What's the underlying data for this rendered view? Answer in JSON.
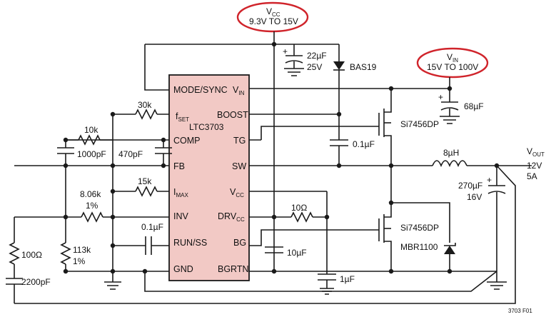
{
  "ic": {
    "name": "LTC3703",
    "pins_left": [
      "MODE/SYNC",
      "f",
      "COMP",
      "FB",
      "I",
      "INV",
      "RUN/SS",
      "GND"
    ],
    "pin_left_subs": {
      "fset": "SET",
      "imax": "MAX"
    },
    "pins_right": [
      "V",
      "BOOST",
      "TG",
      "SW",
      "V",
      "DRV",
      "BG",
      "BGRTN"
    ],
    "pin_right_subs": {
      "vin": "IN",
      "vcc": "CC",
      "drvcc": "CC"
    }
  },
  "vcc_label": {
    "main": "V",
    "sub": "CC",
    "range": "9.3V TO 15V"
  },
  "vin_label": {
    "main": "V",
    "sub": "IN",
    "range": "15V TO 100V"
  },
  "vout_label": {
    "main": "V",
    "sub": "OUT",
    "voltage": "12V",
    "current": "5A"
  },
  "components": {
    "c_vcc": {
      "value": "22µF",
      "voltage": "25V"
    },
    "d_boost": "BAS19",
    "c_vin": "68µF",
    "r_fset": "30k",
    "r_comp": "10k",
    "c_comp1": "1000pF",
    "c_comp2": "470pF",
    "q_top": "Si7456DP",
    "c_boost": "0.1µF",
    "inductor": "8µH",
    "c_out": {
      "value": "270µF",
      "voltage": "16V"
    },
    "r_imax": "15k",
    "r_inv_top": {
      "value": "8.06k",
      "tol": "1%"
    },
    "r_drvcc": "10Ω",
    "q_bottom": "Si7456DP",
    "c_runss": "0.1µF",
    "d_schottky": "MBR1100",
    "r_snub": "100Ω",
    "r_inv_bot": {
      "value": "113k",
      "tol": "1%"
    },
    "c_snub": "2200pF",
    "c_vcc2": "10µF",
    "c_drvcc": "1µF"
  },
  "figure_id": "3703 F01"
}
